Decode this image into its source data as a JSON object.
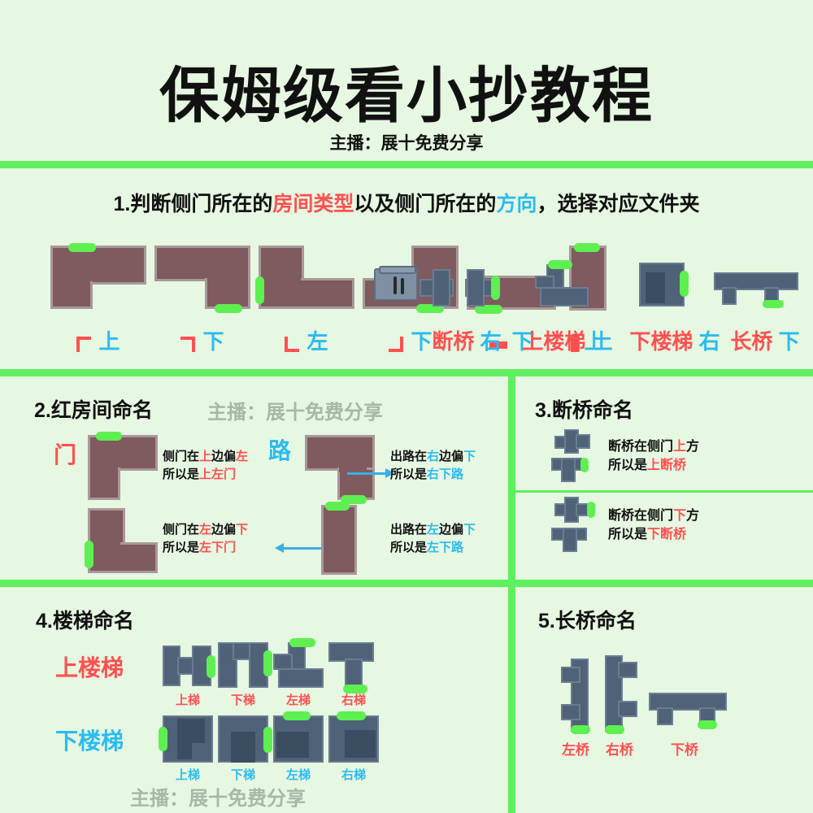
{
  "header": {
    "title": "保姆级看小抄教程",
    "subtitle": "主播：展十免费分享"
  },
  "watermark": "主播：展十免费分享",
  "section1": {
    "heading_parts": {
      "p1": "1.判断侧门所在的",
      "p2": "房间类型",
      "p3": "以及侧门所在的",
      "p4": "方向",
      "p5": "，选择对应文件夹"
    },
    "items": [
      {
        "glyph": "corner-top-left",
        "type": "",
        "dir": "上"
      },
      {
        "glyph": "corner-top-right",
        "type": "",
        "dir": "下"
      },
      {
        "glyph": "corner-bottom-left",
        "type": "",
        "dir": "左"
      },
      {
        "glyph": "corner-bottom-right",
        "type": "",
        "dir": "下"
      },
      {
        "glyph": "bar-horizontal",
        "type": "",
        "dir": "下"
      },
      {
        "glyph": "bar-vertical",
        "type": "",
        "dir": "上"
      },
      {
        "glyph": "none",
        "type": "断桥",
        "dir": "右"
      },
      {
        "glyph": "none",
        "type": "上楼梯",
        "dir": "上"
      },
      {
        "glyph": "none",
        "type": "下楼梯",
        "dir": "右"
      },
      {
        "glyph": "none",
        "type": "长桥",
        "dir": "下"
      }
    ]
  },
  "section2": {
    "heading": "2.红房间命名",
    "tag_door": "门",
    "tag_road": "路",
    "rows": [
      {
        "line1_a": "侧门在",
        "line1_b": "上",
        "line1_c": "边偏",
        "line1_d": "左",
        "line2_a": "所以是",
        "line2_b": "上左门"
      },
      {
        "line1_a": "侧门在",
        "line1_b": "左",
        "line1_c": "边偏",
        "line1_d": "下",
        "line2_a": "所以是",
        "line2_b": "左下门"
      },
      {
        "line1_a": "出路在",
        "line1_b": "右",
        "line1_c": "边偏",
        "line1_d": "下",
        "line2_a": "所以是",
        "line2_b": "右下路"
      },
      {
        "line1_a": "出路在",
        "line1_b": "左",
        "line1_c": "边偏",
        "line1_d": "下",
        "line2_a": "所以是",
        "line2_b": "左下路"
      }
    ]
  },
  "section3": {
    "heading": "3.断桥命名",
    "rows": [
      {
        "line1_a": "断桥在侧门",
        "line1_b": "上",
        "line1_c": "方",
        "line2_a": "所以是",
        "line2_b": "上断桥"
      },
      {
        "line1_a": "断桥在侧门",
        "line1_b": "下",
        "line1_c": "方",
        "line2_a": "所以是",
        "line2_b": "下断桥"
      }
    ]
  },
  "section4": {
    "heading": "4.楼梯命名",
    "up_label": "上楼梯",
    "down_label": "下楼梯",
    "up_items": [
      "上梯",
      "下梯",
      "左梯",
      "右梯"
    ],
    "down_items": [
      "上梯",
      "下梯",
      "左梯",
      "右梯"
    ],
    "footer_watermark": "主播：展十免费分享"
  },
  "section5": {
    "heading": "5.长桥命名",
    "items": [
      "左桥",
      "右桥",
      "下桥"
    ]
  },
  "colors": {
    "background": "#e6f7e2",
    "divider": "#5ef05e",
    "red": "#ff5050",
    "blue": "#2bbbf0",
    "room_fill": "#7f5a5f",
    "gray_fill": "#4f6278",
    "door_green": "#5ef050",
    "watermark_gray": "#a8b8a8"
  }
}
